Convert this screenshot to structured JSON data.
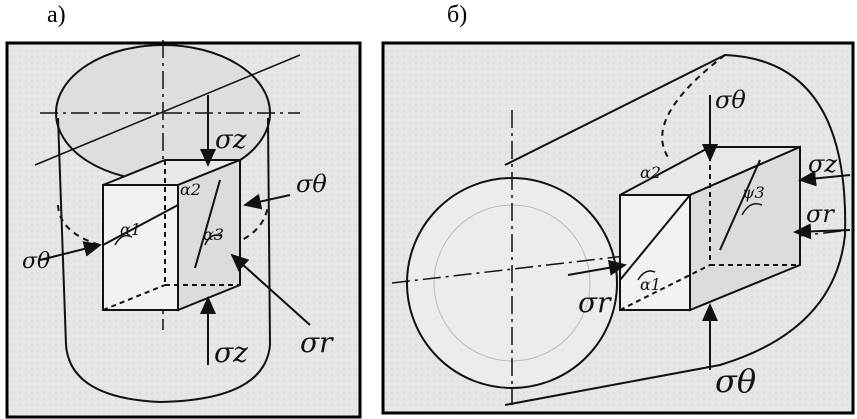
{
  "panels": [
    {
      "id": "a",
      "label": "а)"
    },
    {
      "id": "b",
      "label": "б)"
    }
  ],
  "annotations_a": {
    "sigma_z_top": "σz",
    "sigma_theta_right": "σθ",
    "sigma_theta_left": "σθ",
    "sigma_r": "σr",
    "sigma_z_bottom": "σz",
    "alpha_1": "α1",
    "alpha_2": "α2",
    "alpha_3": "α3"
  },
  "annotations_b": {
    "sigma_theta_top": "σθ",
    "sigma_z": "σz",
    "sigma_r": "σr",
    "sigma_r_left": "σr",
    "sigma_theta_bottom": "σθ",
    "alpha_1": "α1",
    "alpha_2": "α2",
    "psi_3": "ψ3"
  },
  "colors": {
    "ink": "#111111",
    "paper": "#e9e9e9",
    "frame": "#000000"
  }
}
